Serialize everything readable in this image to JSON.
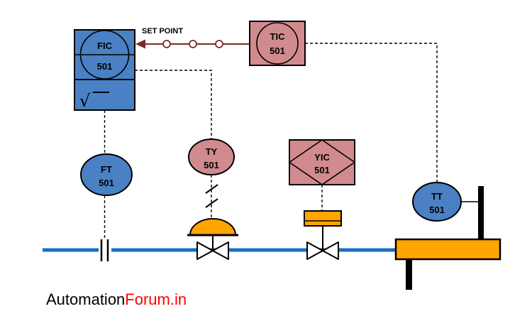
{
  "diagram": {
    "set_point_label": "SET POINT",
    "sqrt_symbol": "√"
  },
  "instruments": {
    "fic": {
      "tag": "FIC",
      "number": "501"
    },
    "tic": {
      "tag": "TIC",
      "number": "501"
    },
    "ft": {
      "tag": "FT",
      "number": "501"
    },
    "ty": {
      "tag": "TY",
      "number": "501"
    },
    "yic": {
      "tag": "YIC",
      "number": "501"
    },
    "tt": {
      "tag": "TT",
      "number": "501"
    }
  },
  "watermark": {
    "black_part": "Automation",
    "red_part": "Forum.in"
  },
  "colors": {
    "blue_instrument": "#4a80c4",
    "pink_instrument": "#d18b8f",
    "orange_equipment": "#ffa500",
    "pipe_blue": "#1b6ec7",
    "signal_line_red": "#7a2b25",
    "watermark_red": "#ff0000"
  }
}
